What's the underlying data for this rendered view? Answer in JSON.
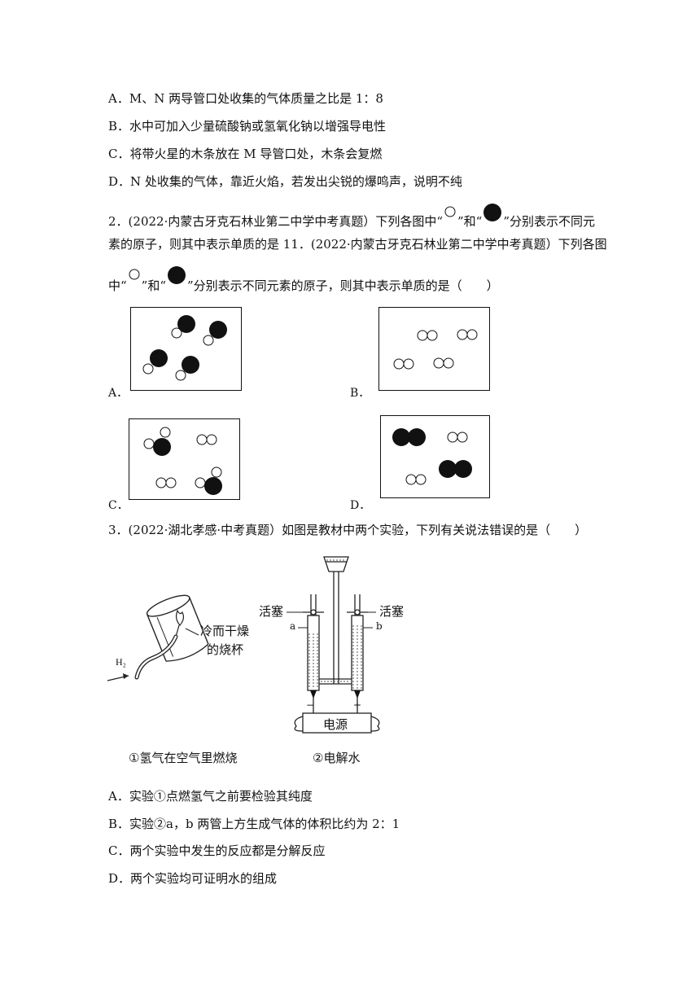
{
  "q1_options": [
    "A．M、N 两导管口处收集的气体质量之比是 1：8",
    "B．水中可加入少量硫酸钠或氢氧化钠以增强导电性",
    "C．将带火星的木条放在 M 导管口处，木条会复燃",
    "D．N 处收集的气体，靠近火焰，若发出尖锐的爆鸣声，说明不纯"
  ],
  "q2": {
    "line1_a": "2．(2022·内蒙古牙克石林业第二中学中考真题）下列各图中“",
    "line1_b": "”和“",
    "line1_c": "”分别表示不同元",
    "line2": "素的原子，则其中表示单质的是 11．(2022·内蒙古牙克石林业第二中学中考真题）下列各图",
    "line3_a": "中“",
    "line3_b": "”和“",
    "line3_c": "”分别表示不同元素的原子，则其中表示单质的是（　　）",
    "option_labels": [
      "A．",
      "B．",
      "C．",
      "D．"
    ]
  },
  "q3": {
    "stem": "3．(2022·湖北孝感·中考真题）如图是教材中两个实验，下列有关说法错误的是（　　）",
    "fig1": {
      "gas_label": "H₂",
      "beaker_label_1": "冷而干燥",
      "beaker_label_2": "的烧杯",
      "caption": "①氢气在空气里燃烧"
    },
    "fig2": {
      "stopcock_left": "活塞",
      "stopcock_right": "活塞",
      "tube_a": "a",
      "tube_b": "b",
      "minus": "−",
      "plus": "+",
      "power": "电源",
      "caption": "②电解水"
    },
    "options": [
      "A．实验①点燃氢气之前要检验其纯度",
      "B．实验②a，b 两管上方生成气体的体积比约为 2：1",
      "C．两个实验中发生的反应都是分解反应",
      "D．两个实验均可证明水的组成"
    ]
  }
}
